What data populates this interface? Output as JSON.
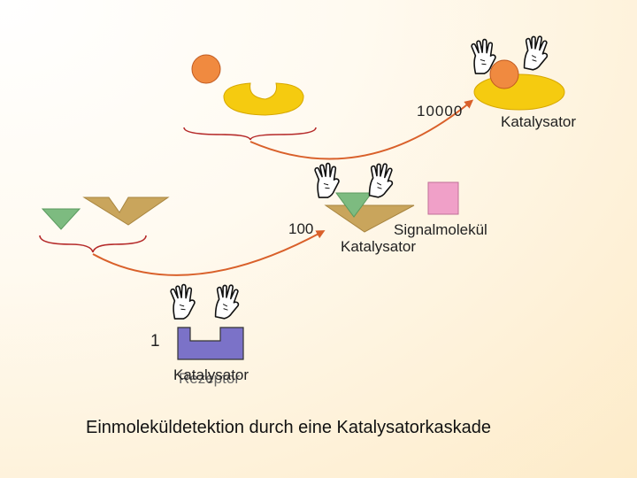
{
  "labels": {
    "top_multiplier": "10000",
    "top_catalyst": "Katalysator",
    "mid_multiplier": "100",
    "signal_molecule": "Signalmolekül",
    "mid_catalyst": "Katalysator",
    "bottom_multiplier": "1",
    "bottom_catalyst": "Katalysator",
    "bottom_receptor": "Rezeptor"
  },
  "caption": "Einmoleküldetektion durch eine Katalysatorkaskade",
  "colors": {
    "orange_ball": "#f08a40",
    "yellow_receptor": "#f5cb10",
    "green_triangle": "#7dbb80",
    "tan_receptor": "#c9a55c",
    "pink_square": "#f0a0c8",
    "blue_receptor": "#7b72c8",
    "arrow": "#d9602a",
    "bracket": "#b52a2a"
  },
  "icons": [
    "hand-icon"
  ]
}
